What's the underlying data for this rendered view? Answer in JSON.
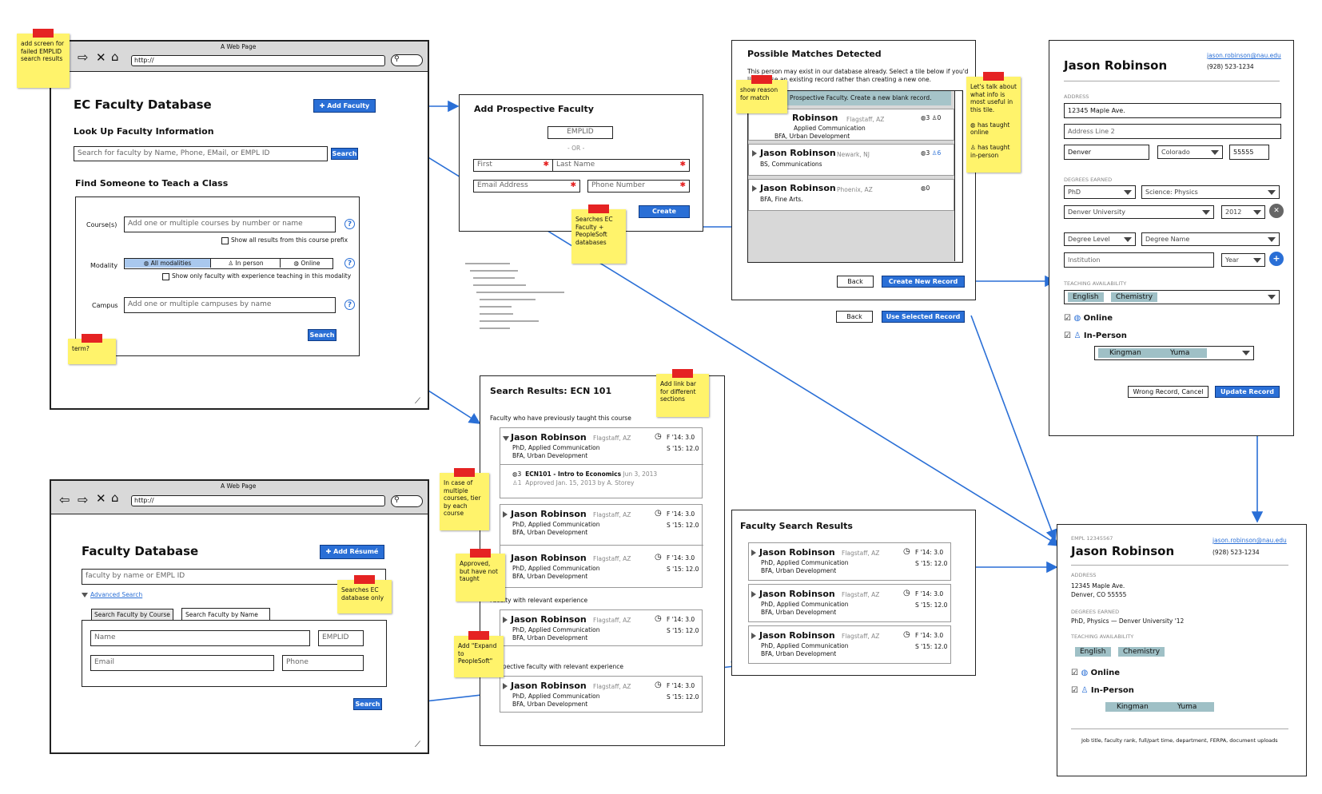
{
  "browser": {
    "title": "A Web Page",
    "url": "http://"
  },
  "notes": {
    "failed_empl": "add screen for failed EMPLID search results",
    "term": "term?",
    "searches_ec_ps": "Searches EC Faculty + PeopleSoft databases",
    "reason": "show reason for match",
    "lets_talk": "Let's talk about what info is most useful in this tile.",
    "online_ic": "has taught online",
    "inperson_ic": "has taught in-person",
    "link_bar": "Add link bar for different sections",
    "multi_course": "In case of multiple courses, tier by each course",
    "approved": "Approved, but have not taught",
    "expand_ps": "Add \"Expand to PeopleSoft\"",
    "ec_only": "Searches EC database only"
  },
  "w1": {
    "title": "EC Faculty Database",
    "add_btn": "Add Faculty",
    "lookup_heading": "Look Up Faculty Information",
    "search_placeholder": "Search for faculty by Name, Phone, EMail, or EMPL ID",
    "search_btn": "Search",
    "teach_heading": "Find Someone to Teach a Class",
    "course_label": "Course(s)",
    "course_placeholder": "Add one or multiple courses by number or name",
    "prefix_check": "Show all results from this course prefix",
    "modality_label": "Modality",
    "mod_all": "All modalities",
    "mod_person": "In person",
    "mod_online": "Online",
    "modality_check": "Show only faculty with experience teaching in this modality",
    "campus_label": "Campus",
    "campus_placeholder": "Add one or multiple campuses by name",
    "search_btn2": "Search"
  },
  "w2": {
    "title": "Faculty Database",
    "add_btn": "Add Résumé",
    "search_placeholder": "faculty by name or EMPL ID",
    "advanced": "Advanced Search",
    "tab1": "Search Faculty by Course",
    "tab2": "Search Faculty by Name",
    "name_ph": "Name",
    "emplid_ph": "EMPLID",
    "email_ph": "Email",
    "phone_ph": "Phone",
    "search_btn": "Search"
  },
  "add": {
    "title": "Add Prospective Faculty",
    "emplid": "EMPLID",
    "or": "- OR -",
    "first": "First",
    "last": "Last Name",
    "email": "Email Address",
    "phone": "Phone Number",
    "create": "Create"
  },
  "matches": {
    "title": "Possible Matches Detected",
    "desc": "This person may exist in our database already. Select a tile below if you'd like to use an existing record rather than creating a new one.",
    "banner": "Prospective Faculty. Create a new blank record.",
    "rows": [
      {
        "name": "Robinson",
        "loc": "Flagstaff, AZ",
        "deg1": "Applied Communication",
        "deg2": "BFA, Urban Development",
        "on": "3",
        "ip": "0"
      },
      {
        "name": "Jason Robinson",
        "loc": "Newark, NJ",
        "deg1": "BS, Communications",
        "deg2": "",
        "on": "3",
        "ip": "6"
      },
      {
        "name": "Jason Robinson",
        "loc": "Phoenix, AZ",
        "deg1": "BFA, Fine Arts.",
        "deg2": "",
        "on": "0",
        "ip": ""
      }
    ],
    "back": "Back",
    "create_new": "Create New Record",
    "back2": "Back",
    "use_selected": "Use Selected Record"
  },
  "edit": {
    "name": "Jason Robinson",
    "email": "jason.robinson@nau.edu",
    "phone": "(928) 523-1234",
    "address_label": "ADDRESS",
    "addr1": "12345 Maple Ave.",
    "addr2_ph": "Address Line 2",
    "city": "Denver",
    "state": "Colorado",
    "zip": "55555",
    "degrees_label": "DEGREES EARNED",
    "degree": "PhD",
    "field": "Science: Physics",
    "school": "Denver University",
    "year": "2012",
    "level_ph": "Degree Level",
    "deg_name_ph": "Degree Name",
    "inst_ph": "Institution",
    "year_ph": "Year",
    "avail_label": "TEACHING AVAILABILITY",
    "subjects": [
      "English",
      "Chemistry"
    ],
    "online": "Online",
    "inperson": "In-Person",
    "campuses": [
      "Kingman",
      "Yuma"
    ],
    "wrong": "Wrong Record, Cancel",
    "update": "Update Record"
  },
  "results": {
    "title": "Search Results: ECN 101",
    "sec1": "Faculty who have previously taught this course",
    "sec2": "Faculty with relevant experience",
    "sec3": "Prospective faculty with relevant experience",
    "people": [
      {
        "name": "Jason Robinson",
        "loc": "Flagstaff, AZ",
        "d1": "PhD, Applied Communication",
        "d2": "BFA, Urban Development",
        "f": "F '14: 3.0",
        "s": "S '15: 12.0"
      },
      {
        "name": "Jason Robinson",
        "loc": "Flagstaff, AZ",
        "d1": "PhD, Applied Communication",
        "d2": "BFA, Urban Development",
        "f": "F '14: 3.0",
        "s": "S '15: 12.0"
      },
      {
        "name": "Jason Robinson",
        "loc": "Flagstaff, AZ",
        "d1": "PhD, Applied Communication",
        "d2": "BFA, Urban Development",
        "f": "F '14: 3.0",
        "s": "S '15: 12.0"
      },
      {
        "name": "Jason Robinson",
        "loc": "Flagstaff, AZ",
        "d1": "PhD, Applied Communication",
        "d2": "BFA, Urban Development",
        "f": "F '14: 3.0",
        "s": "S '15: 12.0"
      },
      {
        "name": "Jason Robinson",
        "loc": "Flagstaff, AZ",
        "d1": "PhD, Applied Communication",
        "d2": "BFA, Urban Development",
        "f": "F '14: 3.0",
        "s": "S '15: 12.0"
      }
    ],
    "course_count": "3",
    "course": "ECN101 - Intro to Economics",
    "course_date": "Jun 3, 2013",
    "approved_count": "1",
    "approved_text": "Approved Jan. 15, 2013 by A. Storey"
  },
  "fsr": {
    "title": "Faculty Search Results",
    "people": [
      {
        "name": "Jason Robinson",
        "loc": "Flagstaff, AZ",
        "d1": "PhD, Applied Communication",
        "d2": "BFA, Urban Development",
        "f": "F '14: 3.0",
        "s": "S '15: 12.0"
      },
      {
        "name": "Jason Robinson",
        "loc": "Flagstaff, AZ",
        "d1": "PhD, Applied Communication",
        "d2": "BFA, Urban Development",
        "f": "F '14: 3.0",
        "s": "S '15: 12.0"
      },
      {
        "name": "Jason Robinson",
        "loc": "Flagstaff, AZ",
        "d1": "PhD, Applied Communication",
        "d2": "BFA, Urban Development",
        "f": "F '14: 3.0",
        "s": "S '15: 12.0"
      }
    ]
  },
  "profile": {
    "empl": "EMPL 12345567",
    "name": "Jason Robinson",
    "email": "jason.robinson@nau.edu",
    "phone": "(928) 523-1234",
    "address_label": "ADDRESS",
    "addr1": "12345 Maple Ave.",
    "addr2": "Denver, CO 55555",
    "degrees_label": "DEGREES EARNED",
    "degree": "PhD, Physics — Denver University '12",
    "avail_label": "TEACHING AVAILABILITY",
    "subjects": [
      "English",
      "Chemistry"
    ],
    "online": "Online",
    "inperson": "In-Person",
    "campuses": [
      "Kingman",
      "Yuma"
    ],
    "footer": "Job title, faculty rank, full/part time, department, FERPA, document uploads"
  },
  "colors": {
    "accent": "#2a6fd6",
    "note": "#fff36b",
    "tape": "#e52323",
    "tag": "#9fc0c6"
  }
}
